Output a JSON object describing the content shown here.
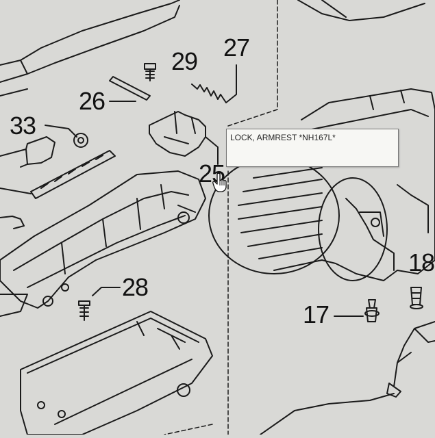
{
  "diagram": {
    "callouts": [
      {
        "id": "29",
        "label": "29"
      },
      {
        "id": "27",
        "label": "27"
      },
      {
        "id": "26",
        "label": "26"
      },
      {
        "id": "33",
        "label": "33"
      },
      {
        "id": "25",
        "label": "25"
      },
      {
        "id": "28",
        "label": "28"
      },
      {
        "id": "17",
        "label": "17"
      },
      {
        "id": "18",
        "label": "18"
      }
    ]
  },
  "tooltip": {
    "text": "LOCK, ARMREST *NH167L*"
  },
  "cursor": {
    "icon": "hand-pointer-icon"
  },
  "colors": {
    "background": "#d9d9d6",
    "line": "#1a1a1a",
    "tooltip_bg": "#f7f7f4"
  }
}
